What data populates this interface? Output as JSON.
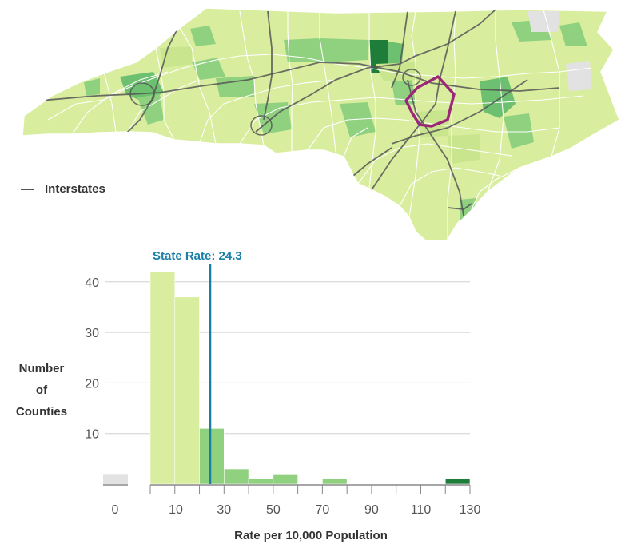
{
  "legend": {
    "interstates_label": "Interstates"
  },
  "colors": {
    "low": "#d9ed9f",
    "mid": "#8fd17f",
    "mid_high": "#6cc06f",
    "high": "#1f7d3a",
    "no_data": "#e2e2e2",
    "state_rate": "#1a7fa6",
    "highlight_county": "#9c2778",
    "interstate": "#555555"
  },
  "chart_data": {
    "type": "bar",
    "ylabel_lines": [
      "Number",
      "of",
      "Counties"
    ],
    "xlabel": "Rate per 10,000 Population",
    "y_ticks": [
      10,
      20,
      30,
      40
    ],
    "ylim": [
      0,
      45
    ],
    "x_ticks": [
      "0",
      "10",
      "30",
      "50",
      "70",
      "90",
      "110",
      "130"
    ],
    "x_tick_values": [
      0,
      10,
      30,
      50,
      70,
      90,
      110,
      130
    ],
    "xlim": [
      0,
      130
    ],
    "grid": true,
    "state_rate": {
      "label": "State Rate: 24.3",
      "value": 24.3
    },
    "no_data_bin": {
      "value": 2
    },
    "bins": [
      {
        "x0": 0,
        "x1": 10,
        "value": 42,
        "color": "low"
      },
      {
        "x0": 10,
        "x1": 20,
        "value": 37,
        "color": "low"
      },
      {
        "x0": 20,
        "x1": 30,
        "value": 11,
        "color": "mid"
      },
      {
        "x0": 30,
        "x1": 40,
        "value": 3,
        "color": "mid"
      },
      {
        "x0": 40,
        "x1": 50,
        "value": 1,
        "color": "mid"
      },
      {
        "x0": 50,
        "x1": 60,
        "value": 2,
        "color": "mid"
      },
      {
        "x0": 60,
        "x1": 70,
        "value": 0,
        "color": "mid"
      },
      {
        "x0": 70,
        "x1": 80,
        "value": 1,
        "color": "mid"
      },
      {
        "x0": 80,
        "x1": 90,
        "value": 0,
        "color": "mid"
      },
      {
        "x0": 90,
        "x1": 100,
        "value": 0,
        "color": "mid"
      },
      {
        "x0": 100,
        "x1": 110,
        "value": 0,
        "color": "mid"
      },
      {
        "x0": 110,
        "x1": 120,
        "value": 0,
        "color": "high"
      },
      {
        "x0": 120,
        "x1": 130,
        "value": 1,
        "color": "high"
      }
    ]
  }
}
